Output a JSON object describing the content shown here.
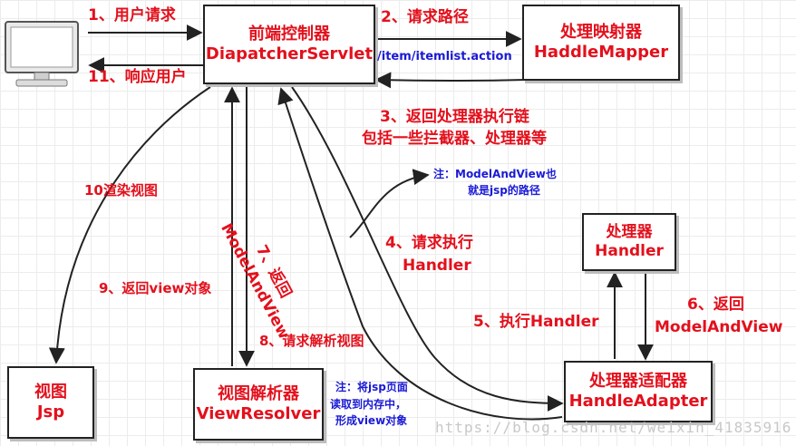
{
  "nodes": {
    "dispatcher": {
      "title": "前端控制器",
      "subtitle": "DiapatcherServlet"
    },
    "mapper": {
      "title": "处理映射器",
      "subtitle": "HaddleMapper"
    },
    "handler": {
      "title": "处理器",
      "subtitle": "Handler"
    },
    "adapter": {
      "title": "处理器适配器",
      "subtitle": "HandleAdapter"
    },
    "resolver": {
      "title": "视图解析器",
      "subtitle": "ViewResolver"
    },
    "view": {
      "title": "视图",
      "subtitle": "Jsp"
    }
  },
  "steps": {
    "s1": "1、用户请求",
    "s2": "2、请求路径",
    "s2_url": "/item/itemlist.action",
    "s3_line1": "3、返回处理器执行链",
    "s3_line2": "包括一些拦截器、处理器等",
    "s4_line1": "4、请求执行",
    "s4_line2": "Handler",
    "s5": "5、执行Handler",
    "s6_line1": "6、返回",
    "s6_line2": "ModelAndView",
    "s7_line1": "7、返回",
    "s7_line2": "ModelAndView",
    "s8": "8、请求解析视图",
    "s9": "9、返回view对象",
    "s10": "10渲染视图",
    "s11": "11、响应用户"
  },
  "notes": {
    "mav_line1": "注：ModelAndView也",
    "mav_line2": "就是jsp的路径",
    "resolver_line1": "注：将jsp页面",
    "resolver_line2": "读取到内存中，",
    "resolver_line3": "形成view对象"
  },
  "watermark": "https://blog.csdn.net/weixin_41835916",
  "colors": {
    "label": "#e3101c",
    "note": "#1a1ad6",
    "line": "#222222"
  }
}
